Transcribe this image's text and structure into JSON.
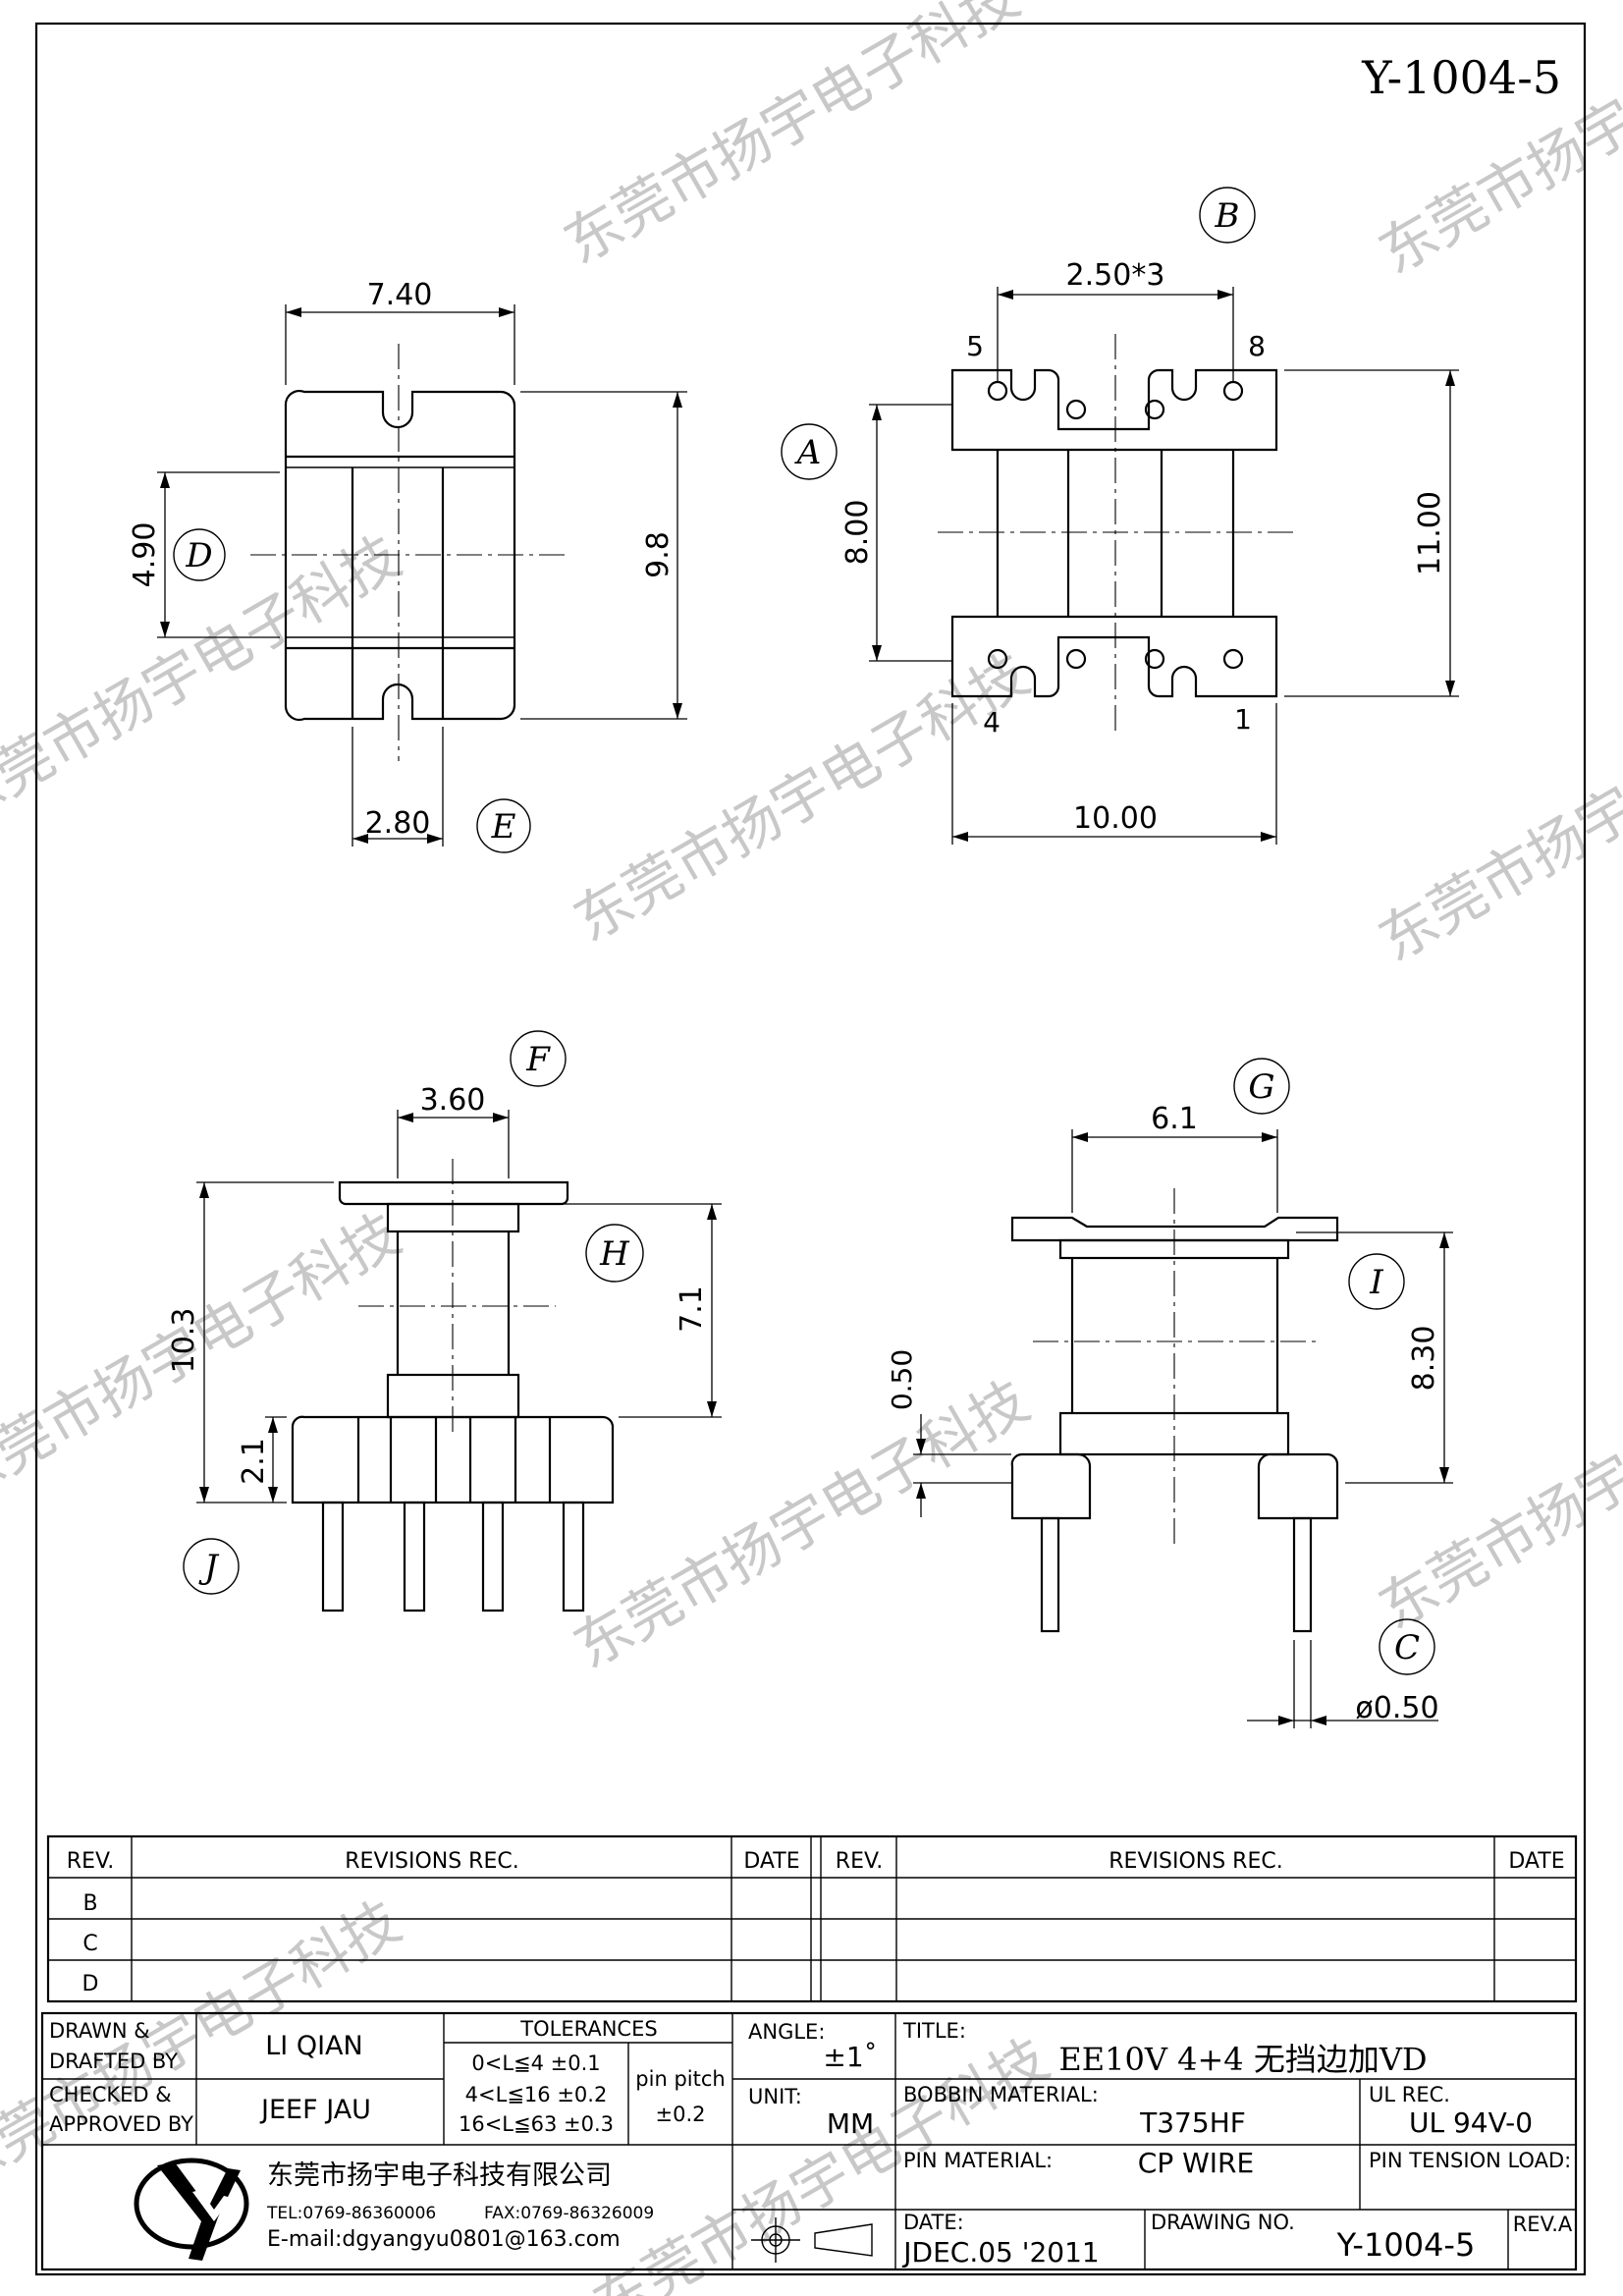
{
  "drawing_code": "Y-1004-5",
  "watermark": "东莞市扬宇电子科技",
  "views": {
    "top_left": {
      "width": "7.40",
      "height": "9.8",
      "slot": "4.90",
      "core": "2.80",
      "label_d": "D",
      "label_e": "E"
    },
    "top_right": {
      "pitch": "2.50*3",
      "pin5": "5",
      "pin8": "8",
      "pin4": "4",
      "pin1": "1",
      "span": "8.00",
      "height": "11.00",
      "width": "10.00",
      "label_a": "A",
      "label_b": "B"
    },
    "bottom_left": {
      "flange": "3.60",
      "total_h": "10.3",
      "barrel_h": "7.1",
      "base_h": "2.1",
      "label_f": "F",
      "label_h": "H",
      "label_j": "J"
    },
    "bottom_right": {
      "width": "6.1",
      "height": "8.30",
      "offset": "0.50",
      "pin_dia": "ø0.50",
      "label_g": "G",
      "label_i": "I",
      "label_c": "C"
    }
  },
  "revisions": {
    "rev_header": "REV.",
    "rec_header": "REVISIONS    REC.",
    "date_header": "DATE",
    "rows_left": [
      "B",
      "C",
      "D"
    ]
  },
  "title_block": {
    "drawn_label_1": "DRAWN  &",
    "drawn_label_2": "DRAFTED  BY",
    "drawn_name": "LI QIAN",
    "checked_label_1": "CHECKED  &",
    "checked_label_2": "APPROVED  BY",
    "checked_name": "JEEF JAU",
    "tolerances_label": "TOLERANCES",
    "tol_1": "0<L≦4    ±0.1",
    "tol_2": "4<L≦16  ±0.2",
    "tol_3": "16<L≦63  ±0.3",
    "pin_pitch_label": "pin  pitch",
    "pin_pitch_value": "±0.2",
    "angle_label": "ANGLE:",
    "angle_value": "±1˚",
    "unit_label": "UNIT:",
    "unit_value": "MM",
    "title_label": "TITLE:",
    "title_value": "EE10V 4+4 无挡边加VD",
    "bobbin_material_label": "BOBBIN  MATERIAL:",
    "bobbin_material_value": "T375HF",
    "ul_rec_label": "UL  REC.",
    "ul_rec_value": "UL  94V-0",
    "pin_material_label": "PIN  MATERIAL:",
    "pin_material_value": "CP  WIRE",
    "pin_tension_label": "PIN  TENSION  LOAD:",
    "company": "东莞市扬宇电子科技有限公司",
    "tel": "TEL:0769-86360006",
    "fax": "FAX:0769-86326009",
    "email": "E-mail:dgyangyu0801@163.com",
    "date_label": "DATE:",
    "date_value": "JDEC.05  '2011",
    "drawing_no_label": "DRAWING  NO.",
    "drawing_no_value": "Y-1004-5",
    "rev_label": "REV.A"
  }
}
